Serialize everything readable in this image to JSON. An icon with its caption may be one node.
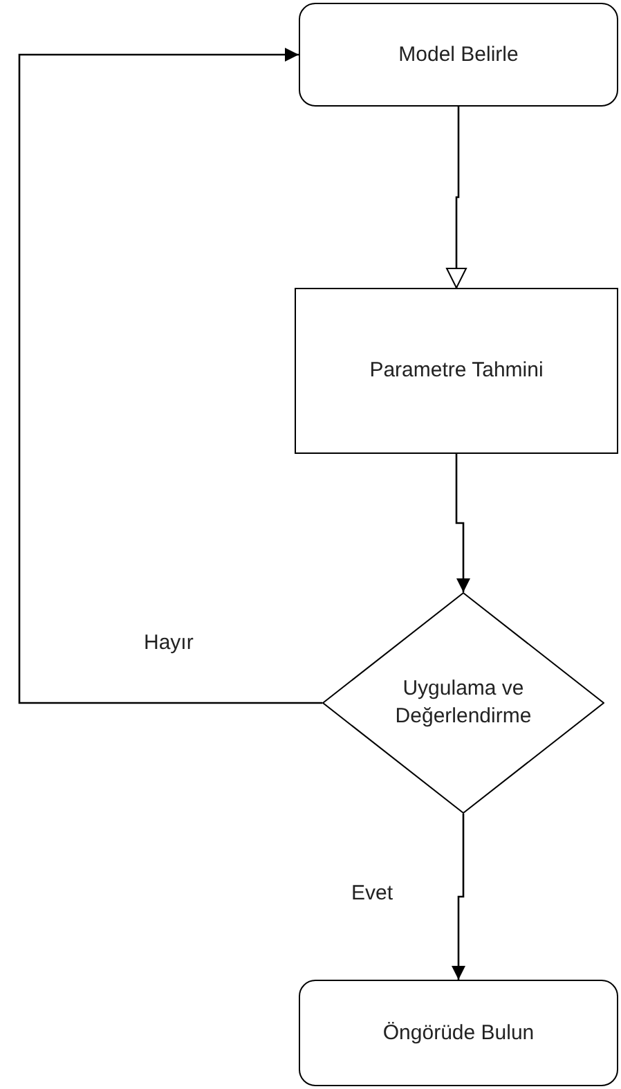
{
  "diagram": {
    "nodes": [
      {
        "text": [
          "Model Belirle"
        ]
      },
      {
        "text": [
          "Parametre Tahmini"
        ]
      },
      {
        "text": [
          "Uygulama ve Değerlendirme"
        ]
      },
      {
        "text": [
          "Öngörüde Bulun"
        ]
      }
    ],
    "edges": [
      {
        "from": 0,
        "to": 1,
        "arrow": "to"
      },
      {
        "from": 1,
        "to": 2,
        "arrow": "to"
      },
      {
        "from": 2,
        "to": 0,
        "arrow": "to",
        "label": "Hayır"
      },
      {
        "from": 2,
        "to": 3,
        "arrow": "to",
        "label": "Evet"
      }
    ]
  }
}
